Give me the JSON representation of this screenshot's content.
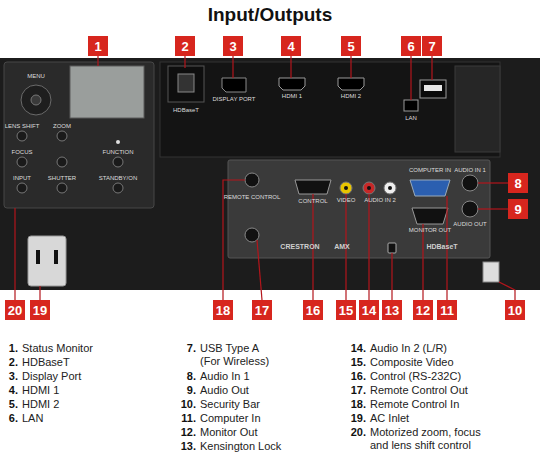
{
  "diagram": {
    "title": "Input/Outputs",
    "nodes": [
      {
        "text": [
          "1"
        ]
      },
      {
        "text": [
          "2"
        ]
      },
      {
        "text": [
          "3"
        ]
      },
      {
        "text": [
          "4"
        ]
      },
      {
        "text": [
          "5"
        ]
      },
      {
        "text": [
          "6"
        ]
      },
      {
        "text": [
          "7"
        ]
      },
      {
        "text": [
          "8"
        ]
      },
      {
        "text": [
          "9"
        ]
      },
      {
        "text": [
          "20"
        ]
      },
      {
        "text": [
          "19"
        ]
      },
      {
        "text": [
          "18"
        ]
      },
      {
        "text": [
          "17"
        ]
      },
      {
        "text": [
          "16"
        ]
      },
      {
        "text": [
          "15"
        ]
      },
      {
        "text": [
          "14"
        ]
      },
      {
        "text": [
          "13"
        ]
      },
      {
        "text": [
          "12"
        ]
      },
      {
        "text": [
          "11"
        ]
      },
      {
        "text": [
          "10"
        ]
      }
    ],
    "labels": [
      "MENU",
      "LENS SHIFT",
      "ZOOM",
      "FOCUS",
      "INPUT",
      "SHUTTER",
      "FUNCTION",
      "STANDBY/ON",
      "HDBaseT",
      "DISPLAY PORT",
      "HDMI 1",
      "HDMI 2",
      "LAN",
      "REMOTE CONTROL",
      "CONTROL",
      "VIDEO",
      "AUDIO IN 2",
      "COMPUTER IN",
      "MONITOR OUT",
      "AUDIO IN 1",
      "AUDIO OUT",
      "CRESTRON",
      "AMX",
      "HDBaseT",
      "1.",
      "Status Monitor",
      "2.",
      "HDBaseT",
      "3.",
      "Display Port",
      "4.",
      "HDMI 1",
      "5.",
      "HDMI 2",
      "6.",
      "LAN",
      "7.",
      "USB Type A (For Wireless)",
      "8.",
      "Audio In 1",
      "9.",
      "Audio Out",
      "10.",
      "Security Bar",
      "11.",
      "Computer In",
      "12.",
      "Monitor Out",
      "13.",
      "Kensington Lock",
      "14.",
      "Audio In 2 (L/R)",
      "15.",
      "Composite Video",
      "16.",
      "Control (RS-232C)",
      "17.",
      "Remote Control Out",
      "18.",
      "Remote Control In",
      "19.",
      "AC Inlet",
      "20.",
      "Motorized zoom, focus and lens shift control"
    ]
  }
}
